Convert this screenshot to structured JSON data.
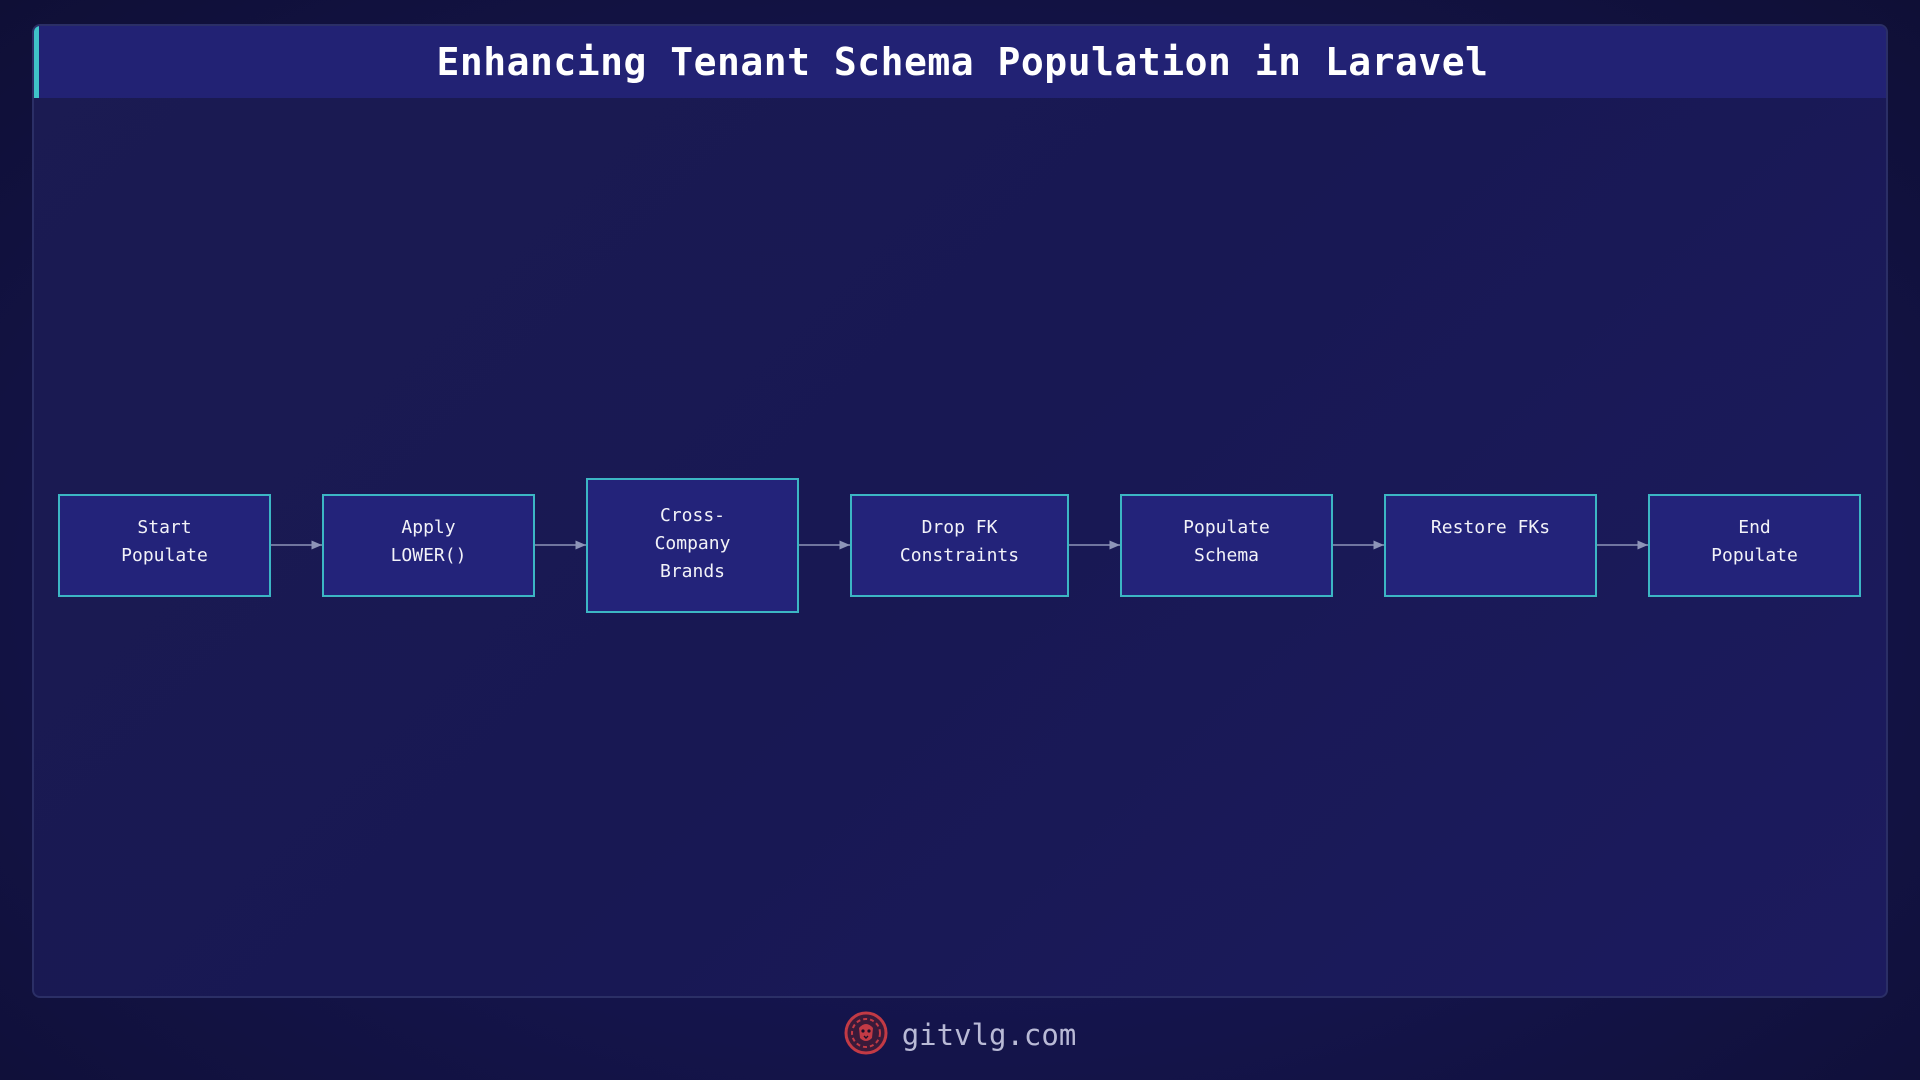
{
  "diagram": {
    "title": "Enhancing Tenant Schema Population in Laravel",
    "nodes": [
      {
        "label": "Start\nPopulate"
      },
      {
        "label": "Apply\nLOWER()"
      },
      {
        "label": "Cross-\nCompany\nBrands"
      },
      {
        "label": "Drop FK\nConstraints"
      },
      {
        "label": "Populate\nSchema"
      },
      {
        "label": "Restore FKs"
      },
      {
        "label": "End\nPopulate"
      }
    ],
    "colors": {
      "node_fill": "#23237a",
      "node_border": "#3cb6c4",
      "edge": "#8d94b8",
      "accent": "#3fc3c8"
    }
  },
  "footer": {
    "logo_icon": "lion-logo-icon",
    "site": "gitvlg.com"
  }
}
